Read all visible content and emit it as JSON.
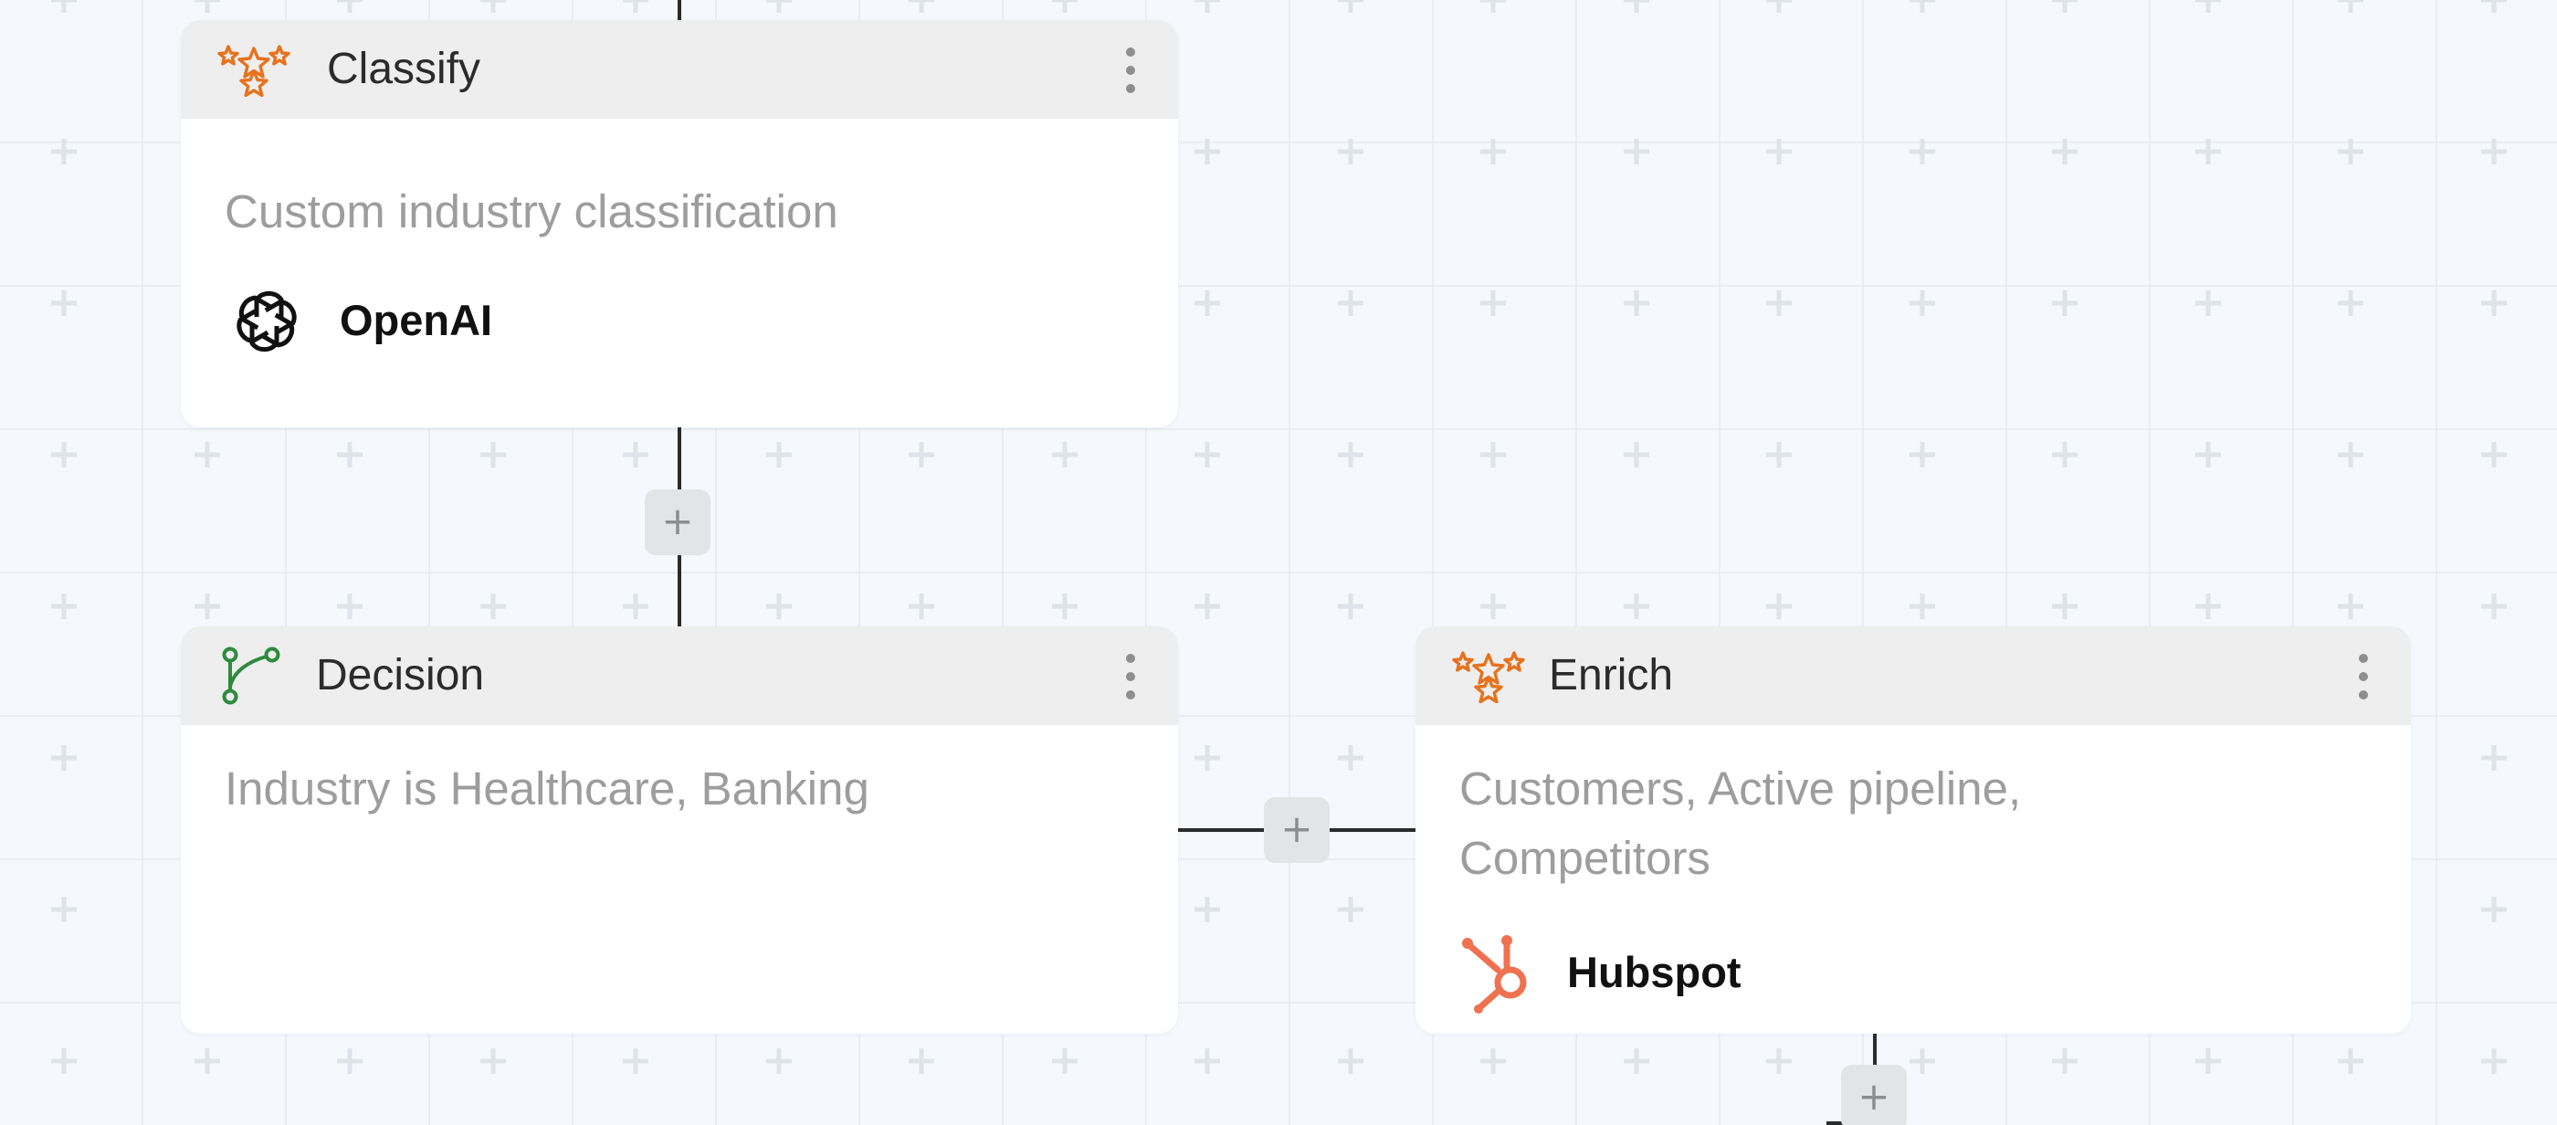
{
  "canvas": {
    "background": "#f5f8fc",
    "grid_marker": "+"
  },
  "nodes": {
    "classify": {
      "title": "Classify",
      "icon": "sparkle-stars-icon",
      "description": "Custom industry classification",
      "integration": {
        "name": "OpenAI",
        "icon": "openai-logo"
      }
    },
    "decision": {
      "title": "Decision",
      "icon": "branch-icon",
      "description": "Industry is Healthcare, Banking"
    },
    "enrich": {
      "title": "Enrich",
      "icon": "sparkle-stars-icon",
      "description": "Customers, Active pipeline, Competitors",
      "integration": {
        "name": "Hubspot",
        "icon": "hubspot-logo"
      }
    }
  },
  "add_button": {
    "label": "+"
  },
  "colors": {
    "sparkle": "#e8711c",
    "branch": "#2e8b3d",
    "hubspot": "#f0714f",
    "header_bg": "#eeeeee",
    "card_bg": "#ffffff",
    "connector": "#2b2b2b",
    "muted_text": "#9d9d9d"
  }
}
